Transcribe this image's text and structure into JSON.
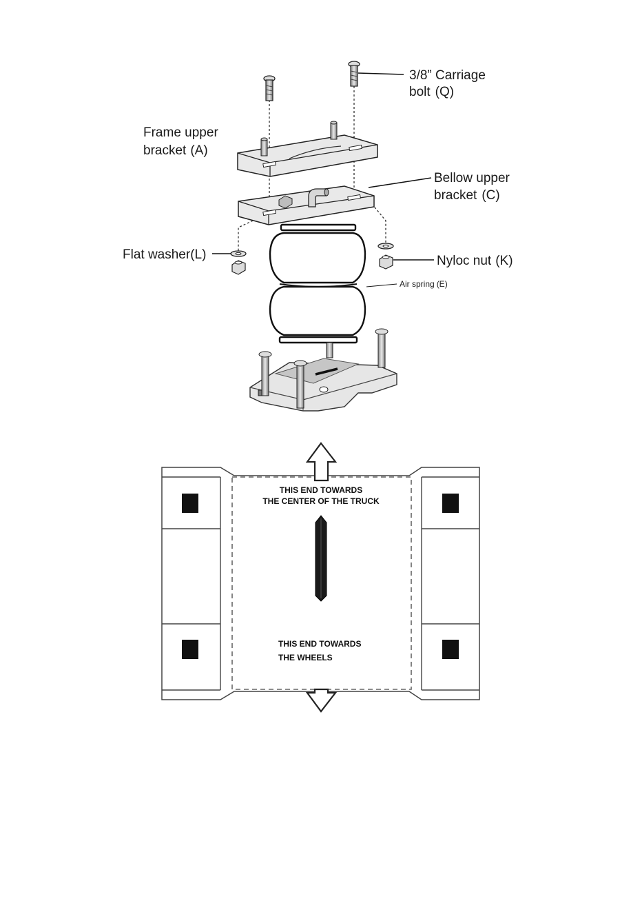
{
  "labels": {
    "carriage_bolt_line1": "3/8” Carriage",
    "carriage_bolt_line2": "bolt",
    "carriage_bolt_code": "(Q)",
    "frame_bracket_line1": "Frame upper",
    "frame_bracket_line2": "bracket",
    "frame_bracket_code": "(A)",
    "bellow_bracket_line1": "Bellow upper",
    "bellow_bracket_line2": "bracket",
    "bellow_bracket_code": "(C)",
    "flat_washer": "Flat washer",
    "flat_washer_code": "(L)",
    "nyloc_nut": "Nyloc nut",
    "nyloc_nut_code": "(K)",
    "air_spring": "Air spring",
    "air_spring_code": "(E)"
  },
  "plate": {
    "top_line1": "THIS END TOWARDS",
    "top_line2": "THE CENTER OF THE TRUCK",
    "bottom_line1": "THIS END TOWARDS",
    "bottom_line2": "THE WHEELS"
  },
  "colors": {
    "line": "#1a1a1a",
    "part_fill": "#f2f2f2",
    "part_shade": "#c9c9c9",
    "hole": "#111111"
  }
}
